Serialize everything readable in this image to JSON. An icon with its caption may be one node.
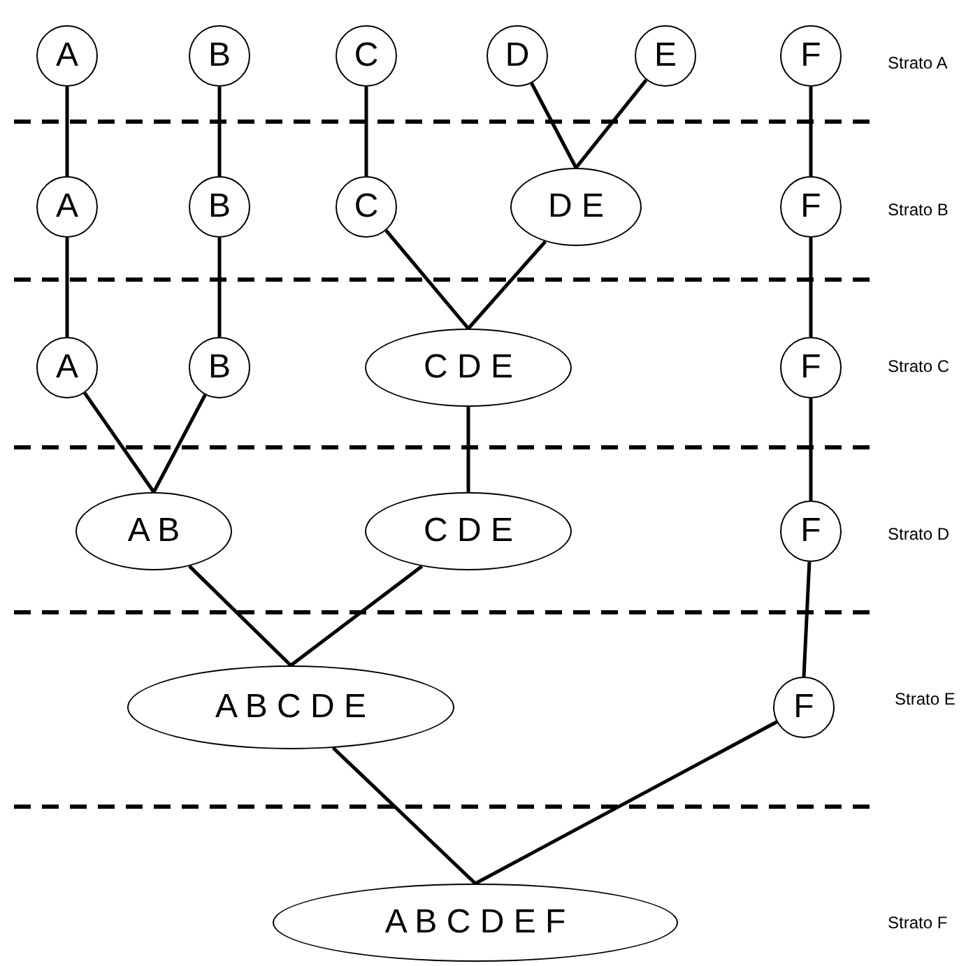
{
  "diagram": {
    "nodes": [
      {
        "text": [
          "A"
        ]
      },
      {
        "text": [
          "B"
        ]
      },
      {
        "text": [
          "C"
        ]
      },
      {
        "text": [
          "D"
        ]
      },
      {
        "text": [
          "E"
        ]
      },
      {
        "text": [
          "F"
        ]
      },
      {
        "text": [
          "A"
        ]
      },
      {
        "text": [
          "B"
        ]
      },
      {
        "text": [
          "C"
        ]
      },
      {
        "text": [
          "D E"
        ]
      },
      {
        "text": [
          "F"
        ]
      },
      {
        "text": [
          "A"
        ]
      },
      {
        "text": [
          "B"
        ]
      },
      {
        "text": [
          "C D E"
        ]
      },
      {
        "text": [
          "F"
        ]
      },
      {
        "text": [
          "A B"
        ]
      },
      {
        "text": [
          "C D E"
        ]
      },
      {
        "text": [
          "F"
        ]
      },
      {
        "text": [
          "A B C D E"
        ]
      },
      {
        "text": [
          "F"
        ]
      },
      {
        "text": [
          "A B C D E F"
        ]
      }
    ],
    "edges": [
      {
        "from": 0,
        "to": 6,
        "arrow": "none"
      },
      {
        "from": 1,
        "to": 7,
        "arrow": "none"
      },
      {
        "from": 2,
        "to": 8,
        "arrow": "none"
      },
      {
        "from": 3,
        "to": 9,
        "arrow": "none"
      },
      {
        "from": 4,
        "to": 9,
        "arrow": "none"
      },
      {
        "from": 5,
        "to": 10,
        "arrow": "none"
      },
      {
        "from": 6,
        "to": 11,
        "arrow": "none"
      },
      {
        "from": 7,
        "to": 12,
        "arrow": "none"
      },
      {
        "from": 8,
        "to": 13,
        "arrow": "none"
      },
      {
        "from": 9,
        "to": 13,
        "arrow": "none"
      },
      {
        "from": 10,
        "to": 14,
        "arrow": "none"
      },
      {
        "from": 11,
        "to": 15,
        "arrow": "none"
      },
      {
        "from": 12,
        "to": 15,
        "arrow": "none"
      },
      {
        "from": 13,
        "to": 16,
        "arrow": "none"
      },
      {
        "from": 14,
        "to": 17,
        "arrow": "none"
      },
      {
        "from": 15,
        "to": 18,
        "arrow": "none"
      },
      {
        "from": 16,
        "to": 18,
        "arrow": "none"
      },
      {
        "from": 17,
        "to": 19,
        "arrow": "none"
      },
      {
        "from": 18,
        "to": 20,
        "arrow": "none"
      },
      {
        "from": 19,
        "to": 20,
        "arrow": "none"
      }
    ],
    "labels": [
      "Strato A",
      "Strato B",
      "Strato C",
      "Strato D",
      "Strato E",
      "Strato F"
    ]
  }
}
